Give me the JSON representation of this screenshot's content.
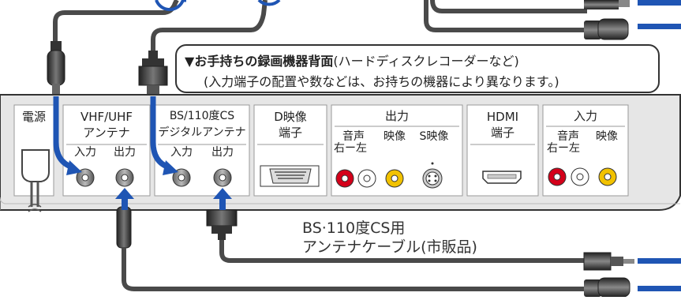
{
  "callout": {
    "marker": "▼",
    "title": "お手持ちの録画機器背面",
    "title_note": "(ハードディスクレコーダーなど)",
    "note": "(入力端子の配置や数などは、お持ちの機器により異なります。)"
  },
  "panel": {
    "power": {
      "title": "電源"
    },
    "vhf_uhf": {
      "title": "VHF/UHF",
      "title2": "アンテナ",
      "in": "入力",
      "out": "出力"
    },
    "bs_cs": {
      "title": "BS/110度CS",
      "title2": "デジタルアンテナ",
      "in": "入力",
      "out": "出力"
    },
    "d_video": {
      "title": "D映像",
      "title2": "端子"
    },
    "output": {
      "title": "出力",
      "audio": "音声",
      "lr": "右ー左",
      "video": "映像",
      "svideo": "S映像"
    },
    "hdmi": {
      "title": "HDMI",
      "title2": "端子"
    },
    "input": {
      "title": "入力",
      "audio": "音声",
      "lr": "右ー左",
      "video": "映像"
    }
  },
  "cable_label": {
    "line1": "BS·110度CS用",
    "line2": "アンテナケーブル(市販品)"
  },
  "colors": {
    "panel_fill": "#e6e6e6",
    "cable": "#4a4a4a",
    "arrow_blue": "#1f55b4",
    "jack_red": "#d4001a",
    "jack_yellow": "#f2c200"
  }
}
